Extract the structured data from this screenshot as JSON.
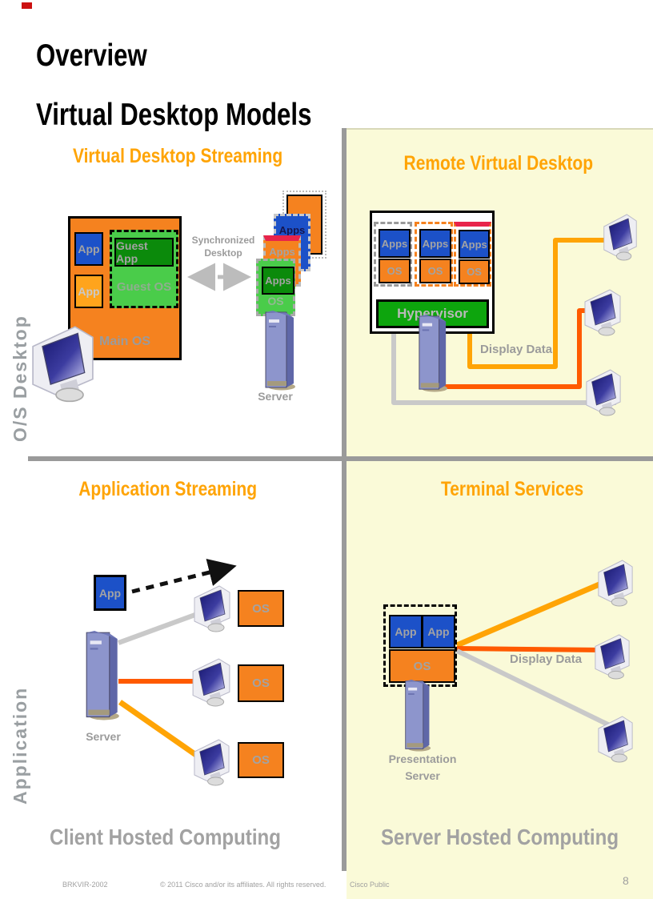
{
  "slide": {
    "title_line1": "Overview",
    "title_line2": "Virtual Desktop Models",
    "page_number": "8",
    "footer": {
      "session_id": "BRKVIR-2002",
      "copyright": "© 2011 Cisco and/or its affiliates. All rights reserved.",
      "classification": "Cisco Public"
    },
    "axes": {
      "y_top": "O/S Desktop",
      "y_bottom": "Application",
      "x_left": "Client Hosted Computing",
      "x_right": "Server Hosted Computing"
    }
  },
  "quadrants": {
    "vds": {
      "title": "Virtual Desktop Streaming",
      "app1": "App",
      "app2": "App",
      "guest_app": "Guest App",
      "guest_os": "Guest OS",
      "main_os": "Main OS",
      "sync_line1": "Synchronized",
      "sync_line2": "Desktop",
      "card_apps": "Apps",
      "card_os": "OS",
      "server_label": "Server"
    },
    "rvd": {
      "title": "Remote Virtual Desktop",
      "vms": [
        {
          "apps": "Apps",
          "os": "OS"
        },
        {
          "apps": "Apps",
          "os": "OS"
        },
        {
          "apps": "Apps",
          "os": "OS"
        }
      ],
      "hypervisor": "Hypervisor",
      "display_data": "Display Data"
    },
    "appstream": {
      "title": "Application Streaming",
      "app": "App",
      "os_labels": [
        "OS",
        "OS",
        "OS"
      ],
      "server_label": "Server"
    },
    "ts": {
      "title": "Terminal Services",
      "app1": "App",
      "app2": "App",
      "os": "OS",
      "server_line1": "Presentation",
      "server_line2": "Server",
      "display_data": "Display Data"
    }
  },
  "colors": {
    "accent_orange": "#f5821f",
    "accent_blue": "#1c51c8",
    "title_orange": "#ffa405",
    "panel_yellow": "#fafad8",
    "hypervisor_green": "#0da50d",
    "guest_green": "#4acc4a",
    "line_light_orange": "#ffa405",
    "line_dark_orange": "#ff5a00",
    "line_gray": "#c9c9c9",
    "label_gray": "#9b9b9b"
  }
}
